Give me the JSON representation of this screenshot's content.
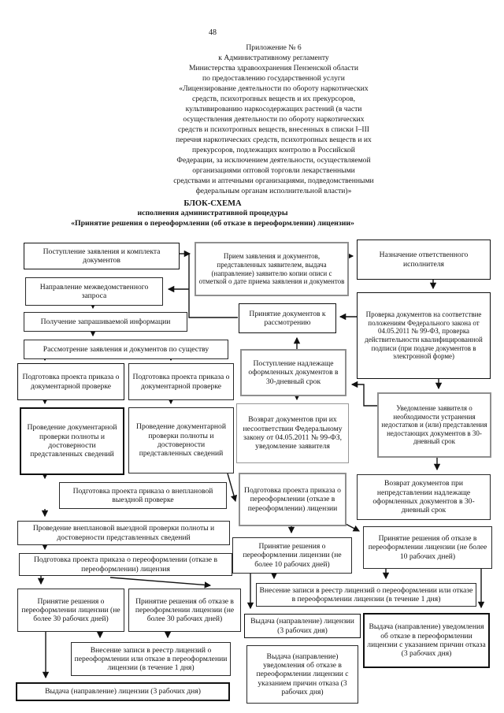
{
  "page": {
    "number": "48"
  },
  "header": {
    "lines": [
      "Приложение № 6",
      "к Административному регламенту",
      "Министерства здравоохранения Пензенской области",
      "по предоставлению государственной услуги",
      "«Лицензирование деятельности по обороту наркотических",
      "средств, психотропных веществ и их прекурсоров,",
      "культивированию наркосодержащих растений (в части",
      "осуществления деятельности по обороту наркотических",
      "средств и психотропных веществ, внесенных в списки I–III",
      "перечня наркотических средств, психотропных веществ и их",
      "прекурсоров, подлежащих контролю в Российской",
      "Федерации, за исключением деятельности, осуществляемой",
      "организациями оптовой торговли лекарственными",
      "средствами и аптечными организациями, подведомственными",
      "федеральным органам исполнительной власти)»"
    ]
  },
  "title": {
    "line1": "БЛОК-СХЕМА",
    "line2": "исполнения административной процедуры",
    "line3": "«Принятие решения о переоформлении (об отказе в переоформлении) лицензии»"
  },
  "flowchart": {
    "boxes": {
      "a1": "Поступление заявления и комплекта документов",
      "b1": "Прием заявления и документов, представленных заявителем, выдача (направление) заявителю копии описи с отметкой о дате приема заявления и документов",
      "c1": "Назначение ответственного исполнителя",
      "a2": "Направление межведомственного запроса",
      "c2": "Проверка документов на соответствие положениям Федерального закона от 04.05.2011 № 99-ФЗ, проверка действительности квалифицированной подписи (при подаче документов в электронной форме)",
      "a3": "Получение запрашиваемой информации",
      "b2": "Принятие документов к рассмотрению",
      "a4": "Рассмотрение заявления и документов по существу",
      "b3": "Поступление надлежаще оформленных документов в 30-дневный срок",
      "c3": "Уведомление заявителя о необходимости устранения недостатков и (или) представления недостающих документов в 30-дневный срок",
      "a5l": "Подготовка проекта приказа о документарной проверке",
      "a5r": "Подготовка проекта приказа о документарной проверке",
      "b4": "Возврат документов при их несоответствии Федеральному закону от 04.05.2011 № 99-ФЗ, уведомление заявителя",
      "a6l": "Проведение документарной проверки полноты и достоверности представленных сведений",
      "a6r": "Проведение документарной проверки полноты и достоверности представленных сведений",
      "c4": "Возврат документов при непредставлении надлежаще оформленных документов в 30-дневный срок",
      "a7": "Подготовка проекта приказа о внеплановой выездной проверке",
      "b5": "Подготовка проекта приказа о переоформлении (отказе в переоформлении) лицензии",
      "a8": "Проведение внеплановой выездной проверки полноты и достоверности представленных сведений",
      "c5": "Принятие решения об отказе в переоформлении лицензии (не более 10 рабочих дней)",
      "a9": "Подготовка проекта приказа о переоформлении (отказе в переоформлении) лицензия",
      "b6": "Принятие решения о переоформлении лицензии (не более 10 рабочих дней)",
      "a10l": "Принятие решения о переоформлении лицензии (не более 30 рабочих дней)",
      "a10r": "Принятие решения об отказе в переоформлении лицензии (не более 30 рабочих дней)",
      "b7": "Внесение записи в реестр лицензий о переоформлении или отказе в переоформлении лицензии (в течение 1 дня)",
      "a11": "Внесение записи в реестр лицензий о переоформлении или отказе в переоформлении лицензии (в течение 1 дня)",
      "b8": "Выдача (направление) лицензии (3 рабочих дня)",
      "c6": "Выдача (направление) уведомления об отказе в переоформлении лицензии с указанием причин отказа (3 рабочих дня)",
      "a12": "Выдача (направление) лицензии (3 рабочих дня)",
      "b9": "Выдача (направление) уведомления об отказе в переоформлении лицензии с указанием причин отказа (3 рабочих дня)"
    }
  }
}
